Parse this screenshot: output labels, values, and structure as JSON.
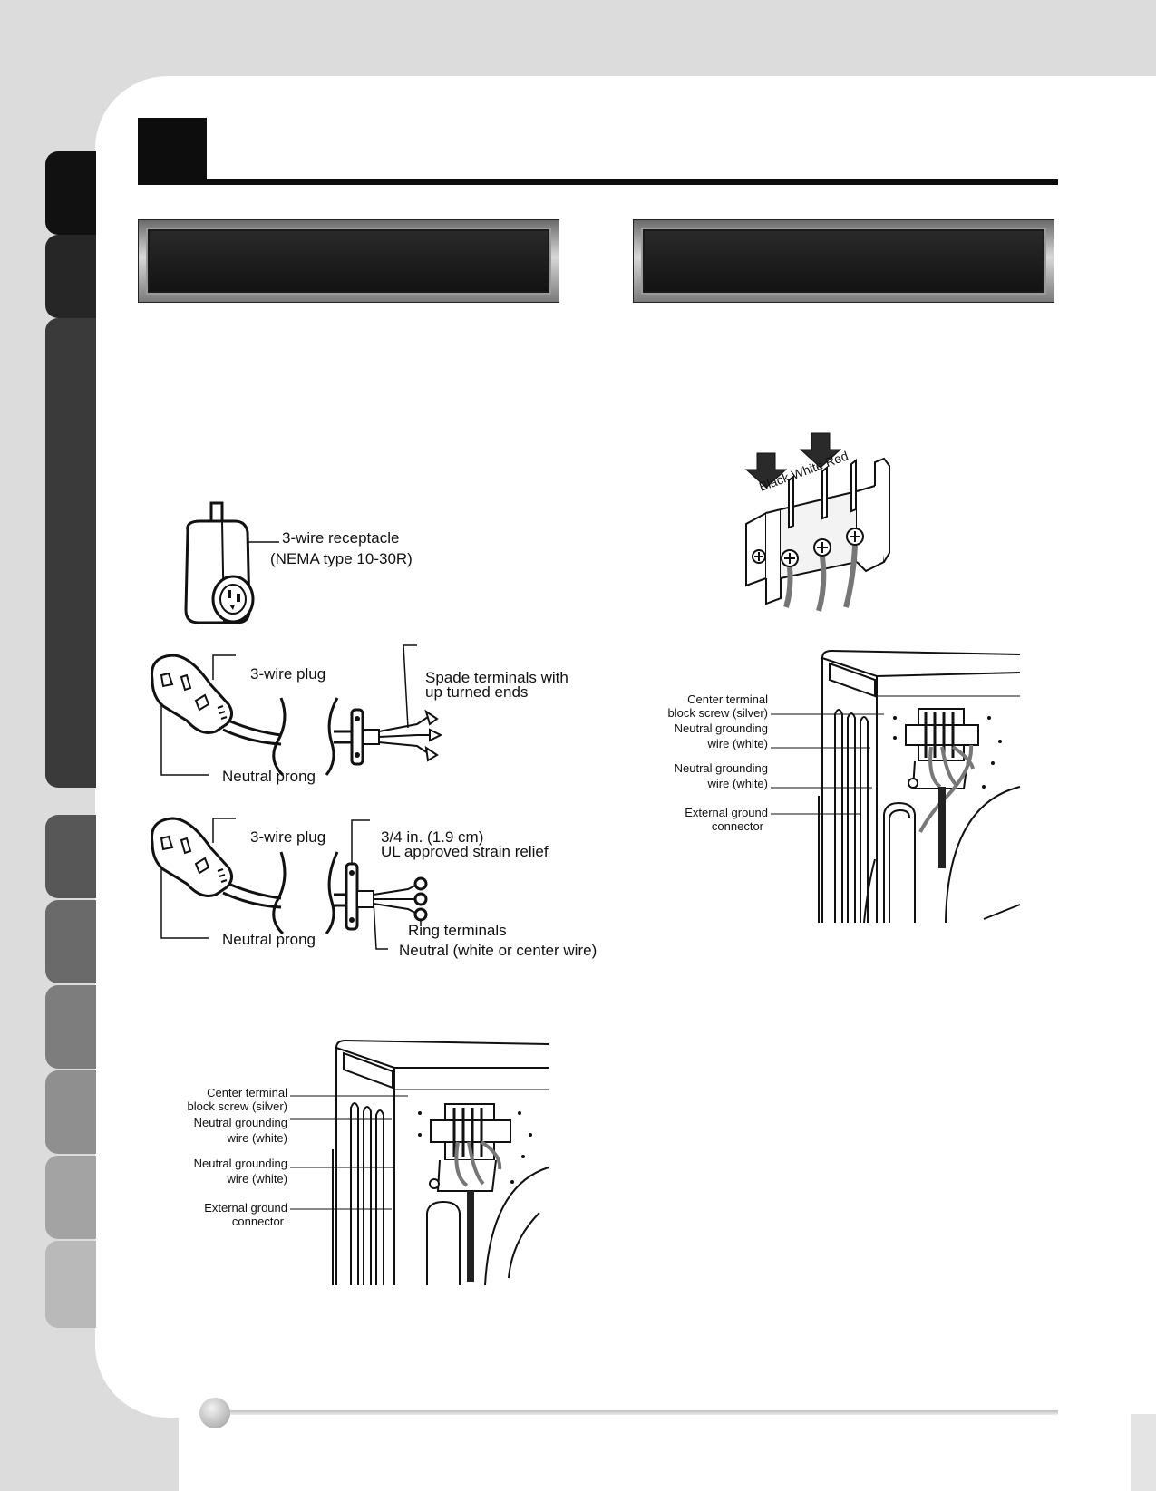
{
  "theme": {
    "tab_colors": [
      "#111111",
      "#262626",
      "#3a3a3a",
      "#575757",
      "#6a6a6a",
      "#7d7d7d",
      "#8f8f8f",
      "#a3a3a3",
      "#b9b9b9"
    ]
  },
  "receptacle": {
    "label_line1": "3-wire receptacle",
    "label_line2": "(NEMA type 10-30R)"
  },
  "spade_plug": {
    "plug_label": "3-wire plug",
    "terminal_label_line1": "Spade terminals with",
    "terminal_label_line2": "up turned ends",
    "prong_label": "Neutral prong"
  },
  "ring_plug": {
    "plug_label": "3-wire plug",
    "relief_label_line1": "3/4 in. (1.9 cm)",
    "relief_label_line2": "UL approved strain relief",
    "ring_label": "Ring terminals",
    "neutral_label": "Neutral (white or center wire)",
    "prong_label": "Neutral prong"
  },
  "terminal_block": {
    "wire_labels": "Black White Red"
  },
  "dryer_back_labels": {
    "center_screw_line1": "Center terminal",
    "center_screw_line2": "block screw (silver)",
    "neutral_wire_a_line1": "Neutral grounding",
    "neutral_wire_a_line2": "wire (white)",
    "neutral_wire_b_line1": "Neutral grounding",
    "neutral_wire_b_line2": "wire (white)",
    "ground_line1": "External ground",
    "ground_line2": "connector"
  }
}
